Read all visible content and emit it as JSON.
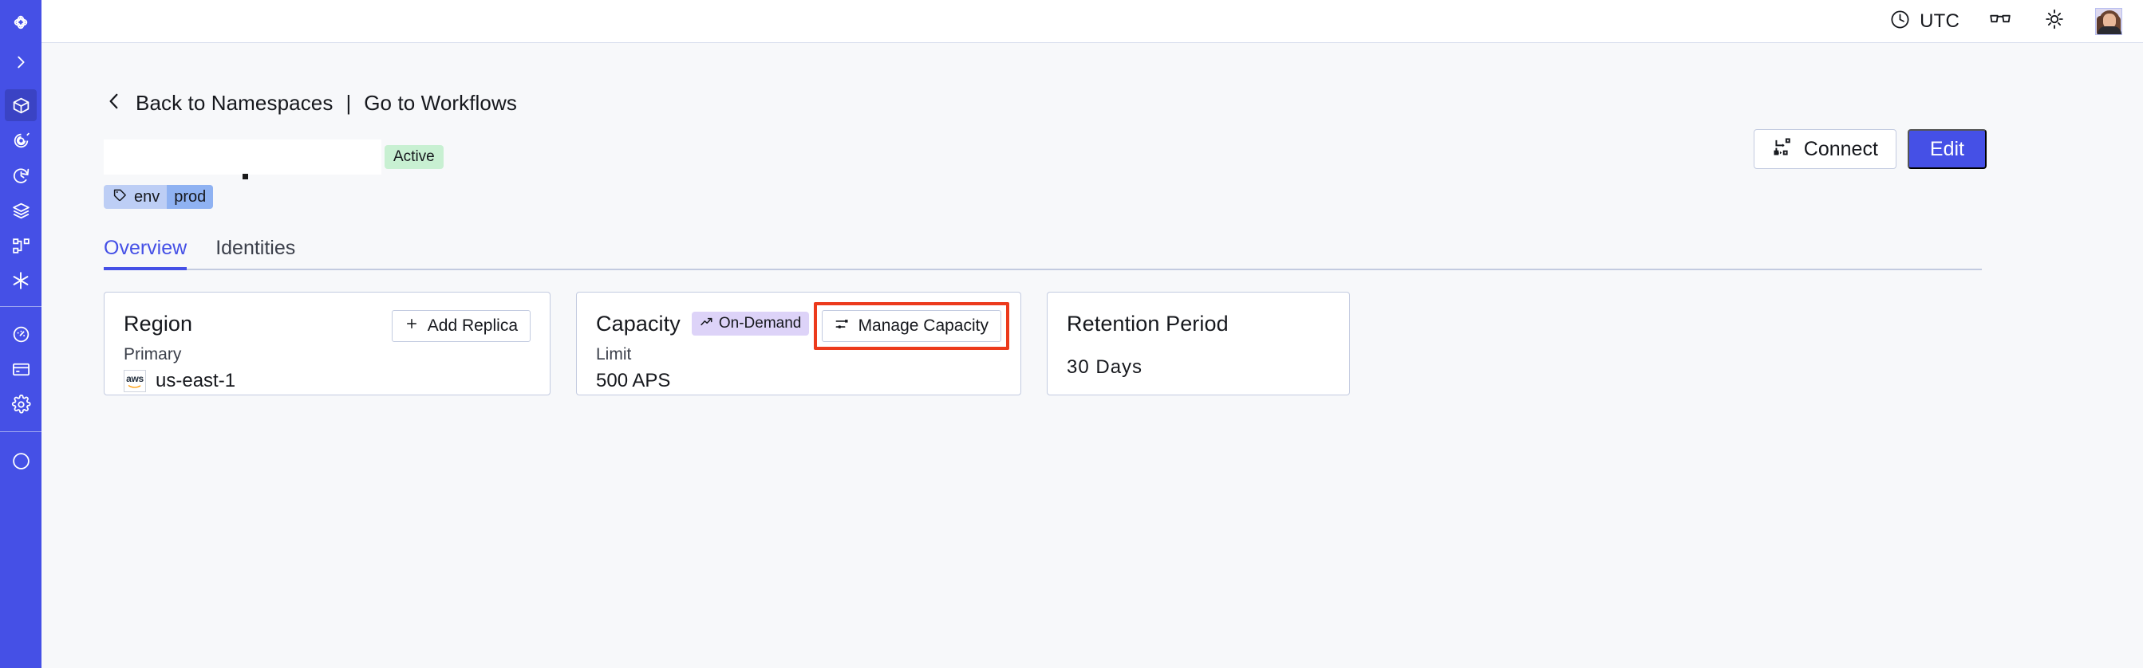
{
  "sidebar": {
    "logo_icon": "temporal-logo-icon",
    "items": [
      {
        "icon": "chevron-right-icon",
        "name": "expand-sidebar",
        "active": false
      },
      {
        "icon": "cube-icon",
        "name": "namespaces",
        "active": true
      },
      {
        "icon": "eye-target-icon",
        "name": "observability",
        "active": false
      },
      {
        "icon": "history-clock-icon",
        "name": "schedules",
        "active": false
      },
      {
        "icon": "layers-icon",
        "name": "batch-operations",
        "active": false
      },
      {
        "icon": "workflow-graph-icon",
        "name": "workflows",
        "active": false
      },
      {
        "icon": "asterisk-icon",
        "name": "nexus",
        "active": false
      },
      {
        "icon": "gauge-icon",
        "name": "usage",
        "active": false
      },
      {
        "icon": "credit-card-icon",
        "name": "billing",
        "active": false
      },
      {
        "icon": "gear-icon",
        "name": "settings",
        "active": false
      }
    ]
  },
  "topbar": {
    "timezone_icon": "clock-icon",
    "timezone": "UTC",
    "glasses_icon": "glasses-icon",
    "theme_icon": "sun-icon",
    "avatar": "user-avatar"
  },
  "breadcrumb": {
    "back_icon": "chevron-left-icon",
    "back_label": "Back to Namespaces",
    "separator": "|",
    "forward_label": "Go to Workflows"
  },
  "header": {
    "namespace_name": "",
    "status_badge": "Active",
    "tag": {
      "icon": "tag-icon",
      "key": "env",
      "value": "prod"
    },
    "connect_label": "Connect",
    "connect_icon": "connect-flow-icon",
    "edit_label": "Edit"
  },
  "tabs": [
    {
      "label": "Overview",
      "active": true
    },
    {
      "label": "Identities",
      "active": false
    }
  ],
  "cards": {
    "region": {
      "title": "Region",
      "button_label": "Add Replica",
      "button_icon": "plus-icon",
      "sub_label": "Primary",
      "provider_icon": "aws-logo",
      "value": "us-east-1"
    },
    "capacity": {
      "title": "Capacity",
      "badge_icon": "trending-up-icon",
      "badge_label": "On-Demand",
      "button_label": "Manage Capacity",
      "button_icon": "sliders-icon",
      "highlighted": true,
      "sub_label": "Limit",
      "value": "500 APS"
    },
    "retention": {
      "title": "Retention Period",
      "value": "30 Days"
    }
  },
  "colors": {
    "brand": "#4550e6",
    "sidebar": "#4550e6",
    "sidebar_active": "#3a43c4",
    "page_bg": "#f7f8fa",
    "card_border": "#c3cbe0",
    "badge_active_bg": "#c8f0d2",
    "badge_ondemand_bg": "#ddd3f8",
    "tag_bg": "#bdcef5",
    "tag_value_bg": "#8fb2f2",
    "highlight": "#ec3a1c",
    "aws_orange": "#ff9900"
  }
}
